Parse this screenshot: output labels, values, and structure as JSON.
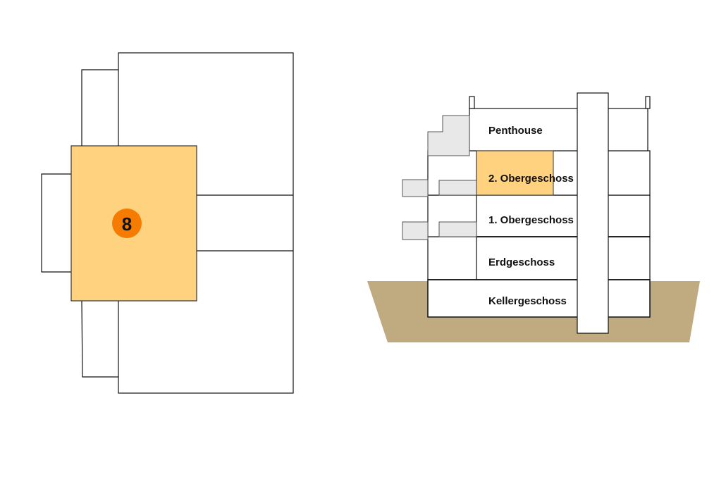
{
  "plan": {
    "unit_number": "8"
  },
  "section": {
    "floors": [
      {
        "label": "Penthouse",
        "highlighted": false
      },
      {
        "label": "2. Obergeschoss",
        "highlighted": true
      },
      {
        "label": "1. Obergeschoss",
        "highlighted": false
      },
      {
        "label": "Erdgeschoss",
        "highlighted": false
      },
      {
        "label": "Kellergeschoss",
        "highlighted": false
      }
    ]
  },
  "colors": {
    "highlight": "#ffd27f",
    "badge": "#f57c00",
    "ground": "#c0aa80",
    "balcony": "#e8e8e8",
    "line": "#111111"
  }
}
